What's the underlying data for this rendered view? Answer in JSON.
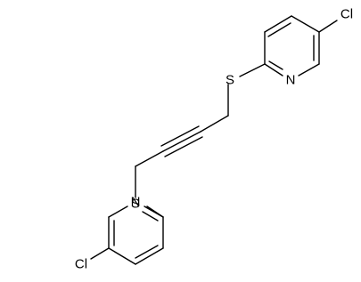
{
  "atoms": [
    {
      "id": "cl_top",
      "symbol": "Cl"
    },
    {
      "id": "n_top",
      "symbol": "N"
    },
    {
      "id": "s_top",
      "symbol": "S"
    },
    {
      "id": "s_bottom",
      "symbol": "S"
    },
    {
      "id": "n_bottom",
      "symbol": "N"
    },
    {
      "id": "cl_bottom",
      "symbol": "Cl"
    }
  ],
  "colors": {
    "line": "#000000",
    "background": "#ffffff"
  }
}
